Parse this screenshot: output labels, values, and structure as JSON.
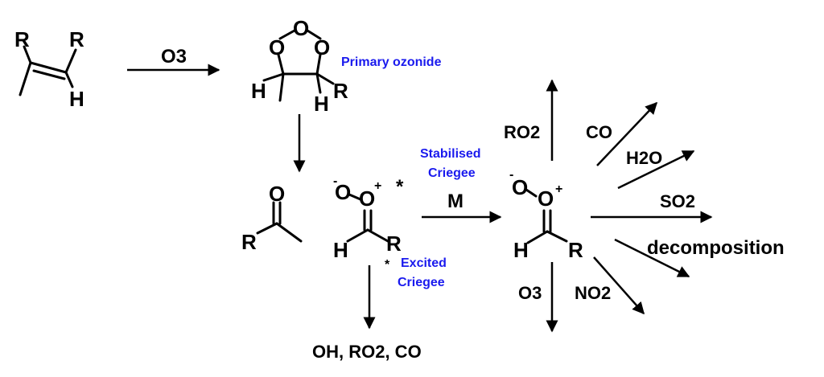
{
  "atoms": {
    "R": "R",
    "H": "H",
    "O": "O",
    "plus": "+",
    "minus": "-",
    "star": "*"
  },
  "reagents": {
    "ozone": "O3",
    "third_body": "M"
  },
  "labels": {
    "primary_ozonide": "Primary ozonide",
    "stabilised_criegee": [
      "Stabilised",
      "Criegee"
    ],
    "excited_criegee": [
      "Excited",
      "Criegee"
    ]
  },
  "products": {
    "excited_decomposition": "OH, RO2, CO",
    "decomposition": "decomposition"
  },
  "sci_reactions": {
    "ro2": "RO2",
    "co": "CO",
    "h2o": "H2O",
    "so2": "SO2",
    "o3": "O3",
    "no2": "NO2"
  },
  "colors": {
    "label_blue": "#1a1aee",
    "ink": "#000000"
  }
}
